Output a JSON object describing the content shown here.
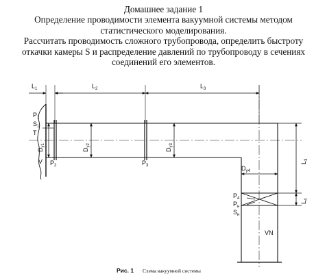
{
  "document": {
    "title": "Домашнее задание 1",
    "subtitle_lines": [
      "Определение проводимости элемента вакуумной системы методом",
      "статистического моделирования."
    ],
    "task_lines": [
      "Рассчитать проводимость сложного трубопровода, определить быстроту",
      "откачки камеры S и распределение давлений по трубопроводу в сечениях",
      "соединений его элементов."
    ]
  },
  "figure": {
    "labels": {
      "L1": {
        "main": "L",
        "sub": "1"
      },
      "L2": {
        "main": "L",
        "sub": "2"
      },
      "L3": {
        "main": "L",
        "sub": "3"
      },
      "L3_vertical": {
        "main": "L",
        "sub": "3"
      },
      "L4": {
        "main": "L",
        "sub": "4"
      },
      "P1": {
        "main": "P",
        "sub": "1"
      },
      "S1": {
        "main": "S",
        "sub": "1"
      },
      "T": {
        "main": "T",
        "sub": ""
      },
      "V": {
        "main": "V",
        "sub": ""
      },
      "P2": {
        "main": "P",
        "sub": "2"
      },
      "P3": {
        "main": "P",
        "sub": "3"
      },
      "P4": {
        "main": "P",
        "sub": "4"
      },
      "Pn": {
        "main": "P",
        "sub": "н"
      },
      "Sn": {
        "main": "S",
        "sub": "н"
      },
      "Dy1": {
        "main": "D",
        "sub": "y1"
      },
      "Dy2": {
        "main": "D",
        "sub": "y2"
      },
      "Dy3": {
        "main": "D",
        "sub": "y3"
      },
      "Dy4": {
        "main": "D",
        "sub": "y4"
      },
      "VN": {
        "main": "VN",
        "sub": ""
      }
    },
    "caption": {
      "number": "Рис. 1",
      "text": "Схема вакуумной системы"
    }
  }
}
